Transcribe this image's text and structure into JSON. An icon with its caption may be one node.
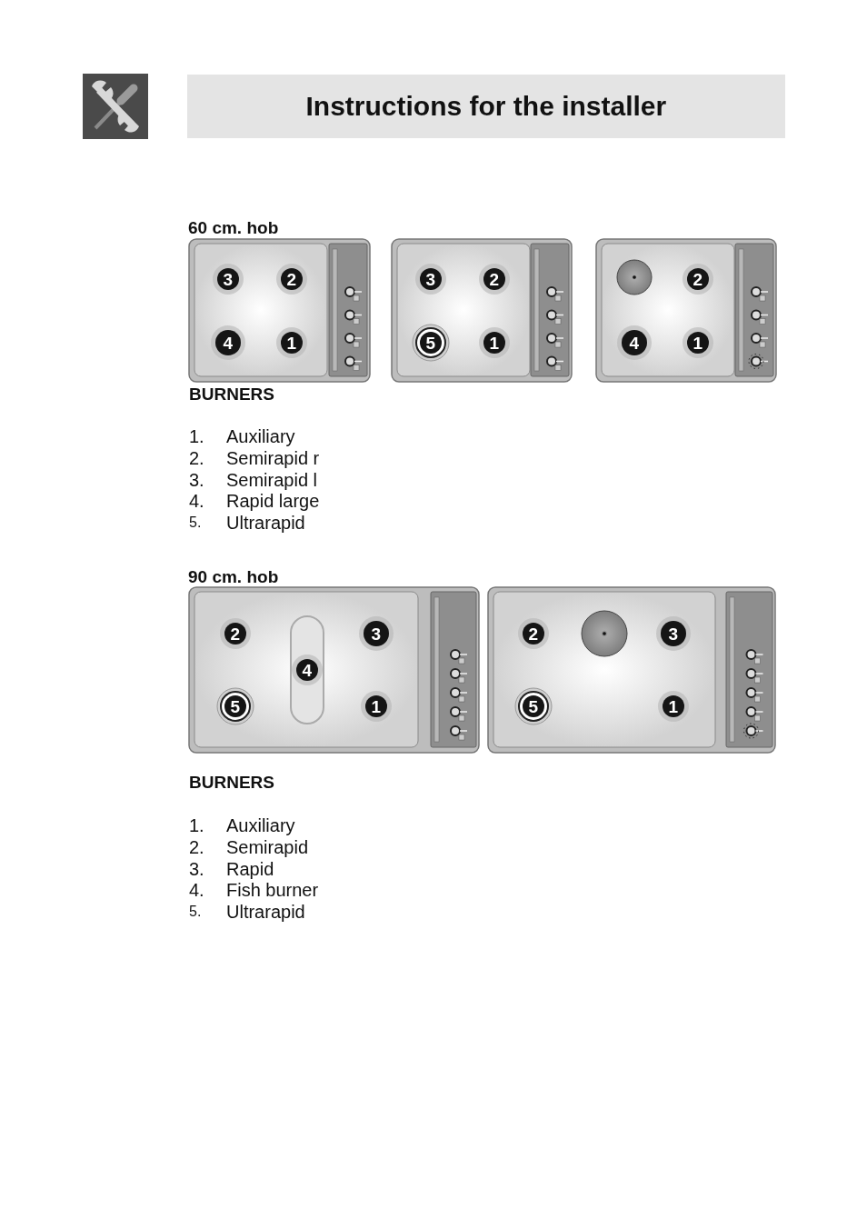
{
  "diagram": {
    "title": "Instructions for the installer",
    "labels": [
      "60 cm. hob",
      "3",
      "2",
      "4",
      "1",
      "3",
      "2",
      "5",
      "1",
      "2",
      "4",
      "1",
      "BURNERS",
      "1.",
      "Auxiliary",
      "2.",
      "Semirapid r",
      "3.",
      "Semirapid l",
      "4.",
      "Rapid large",
      "5.",
      "Ultrarapid",
      "90 cm. hob",
      "2",
      "3",
      "4",
      "5",
      "1",
      "2",
      "3",
      "5",
      "1",
      "BURNERS",
      "1.",
      "Auxiliary",
      "2.",
      "Semirapid",
      "3.",
      "Rapid",
      "4.",
      "Fish burner",
      "5.",
      "Ultrarapid"
    ]
  }
}
